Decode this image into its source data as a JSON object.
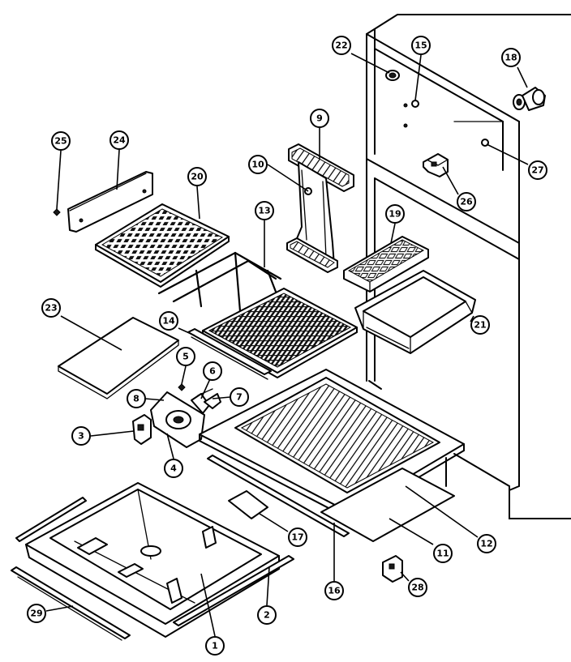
{
  "parts": [
    {
      "id": "c1",
      "label": "1"
    },
    {
      "id": "c2",
      "label": "2"
    },
    {
      "id": "c3",
      "label": "3"
    },
    {
      "id": "c4",
      "label": "4"
    },
    {
      "id": "c5",
      "label": "5"
    },
    {
      "id": "c6",
      "label": "6"
    },
    {
      "id": "c7",
      "label": "7"
    },
    {
      "id": "c8",
      "label": "8"
    },
    {
      "id": "c9",
      "label": "9"
    },
    {
      "id": "c10",
      "label": "10"
    },
    {
      "id": "c11",
      "label": "11"
    },
    {
      "id": "c12",
      "label": "12"
    },
    {
      "id": "c13",
      "label": "13"
    },
    {
      "id": "c14",
      "label": "14"
    },
    {
      "id": "c15",
      "label": "15"
    },
    {
      "id": "c16",
      "label": "16"
    },
    {
      "id": "c17",
      "label": "17"
    },
    {
      "id": "c18",
      "label": "18"
    },
    {
      "id": "c19",
      "label": "19"
    },
    {
      "id": "c20",
      "label": "20"
    },
    {
      "id": "c21",
      "label": "21"
    },
    {
      "id": "c22",
      "label": "22"
    },
    {
      "id": "c23",
      "label": "23"
    },
    {
      "id": "c24",
      "label": "24"
    },
    {
      "id": "c25",
      "label": "25"
    },
    {
      "id": "c26",
      "label": "26"
    },
    {
      "id": "c27",
      "label": "27"
    },
    {
      "id": "c28",
      "label": "28"
    },
    {
      "id": "c29",
      "label": "29"
    }
  ]
}
